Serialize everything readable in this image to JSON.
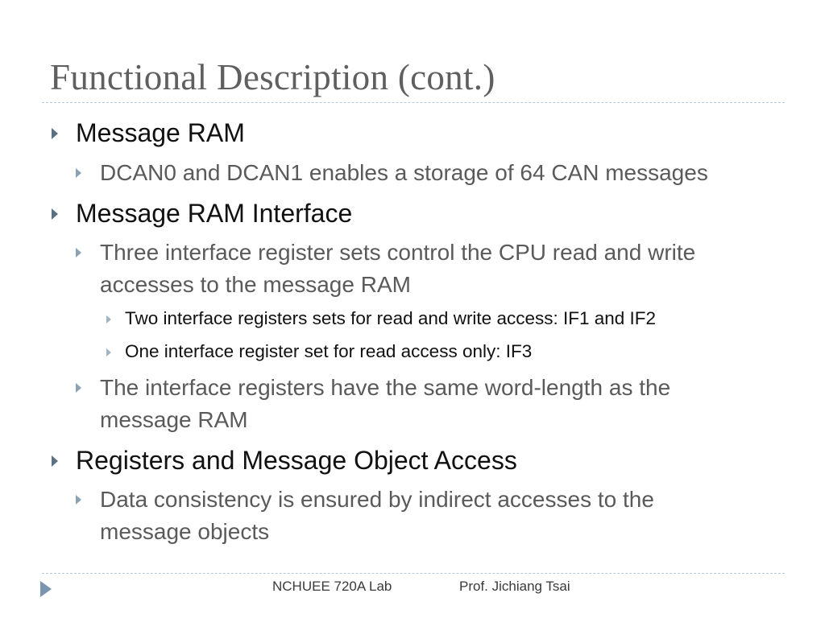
{
  "slide": {
    "title": "Functional Description (cont.)",
    "bullets": {
      "b1": "Message RAM",
      "b1_1": "DCAN0 and DCAN1 enables a storage of 64 CAN messages",
      "b2": "Message RAM Interface",
      "b2_1_line1": "Three interface register sets control the CPU read and write",
      "b2_1_line2": "accesses to the message RAM",
      "b2_1_1": "Two interface registers sets for read and write access: IF1 and IF2",
      "b2_1_2": "One interface register set for read access only: IF3",
      "b2_2_line1": "The interface registers have the same word-length as the",
      "b2_2_line2": "message RAM",
      "b3": "Registers and Message Object Access",
      "b3_1_line1": "Data consistency is ensured by indirect accesses to the",
      "b3_1_line2": "message objects"
    },
    "footer": {
      "lab": "NCHUEE 720A Lab",
      "professor": "Prof. Jichiang Tsai"
    },
    "icons": {
      "bullet": "triangle-bullet-icon",
      "footer": "triangle-footer-icon"
    },
    "colors": {
      "title": "#5f5f5f",
      "level1_text": "#111111",
      "level2_text": "#5a5a5a",
      "bullet_dark": "#5b7080",
      "bullet_light": "#8aa2b4",
      "rule": "#b8c7d4"
    }
  }
}
